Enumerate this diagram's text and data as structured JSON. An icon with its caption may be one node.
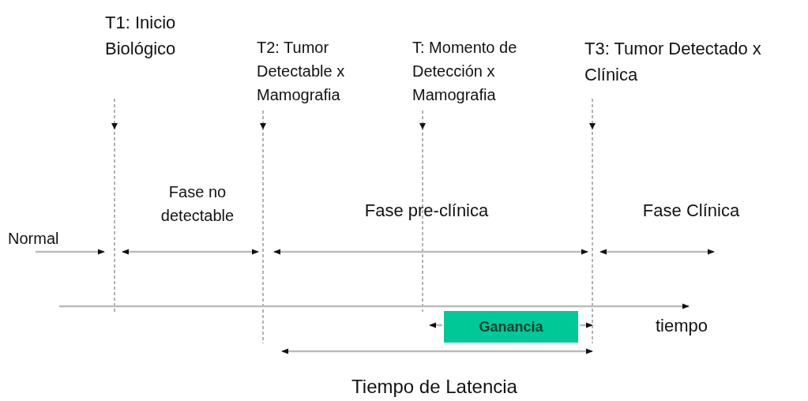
{
  "diagram": {
    "nodes": [
      {
        "text": [
          "Ganancia"
        ]
      }
    ],
    "labels": [
      "T1: Inicio Biológico",
      "T2: Tumor Detectable x Mamografia",
      "T: Momento de Detección x Mamografia",
      "T3: Tumor Detectado x Clínica",
      "Fase no detectable",
      "Fase pre-clínica",
      "Fase Clínica",
      "Normal",
      "tiempo",
      "Tiempo de Latencia"
    ]
  }
}
